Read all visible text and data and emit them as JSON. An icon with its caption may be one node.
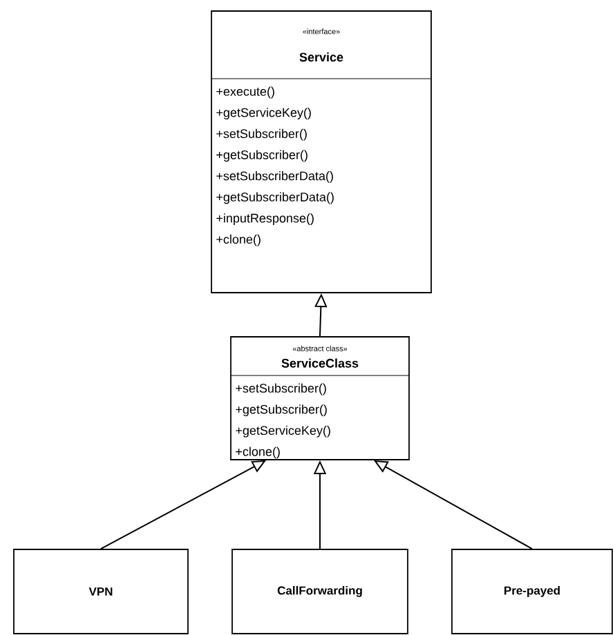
{
  "diagram": {
    "nodes": [
      {
        "text": [
          "«interface»",
          "Service",
          "+execute()",
          "+getServiceKey()",
          "+setSubscriber()",
          "+getSubscriber()",
          "+setSubscriberData()",
          "+getSubscriberData()",
          "+inputResponse()",
          "+clone()"
        ]
      },
      {
        "text": [
          "«abstract class»",
          "ServiceClass",
          "+setSubscriber()",
          "+getSubscriber()",
          "+getServiceKey()",
          "+clone()"
        ]
      },
      {
        "text": [
          "VPN"
        ]
      },
      {
        "text": [
          "CallForwarding"
        ]
      },
      {
        "text": [
          "Pre-payed"
        ]
      }
    ],
    "edges": [
      {
        "from": 1,
        "to": 0,
        "arrow": "to"
      },
      {
        "from": 2,
        "to": 1,
        "arrow": "to"
      },
      {
        "from": 3,
        "to": 1,
        "arrow": "to"
      },
      {
        "from": 4,
        "to": 1,
        "arrow": "to"
      }
    ]
  }
}
